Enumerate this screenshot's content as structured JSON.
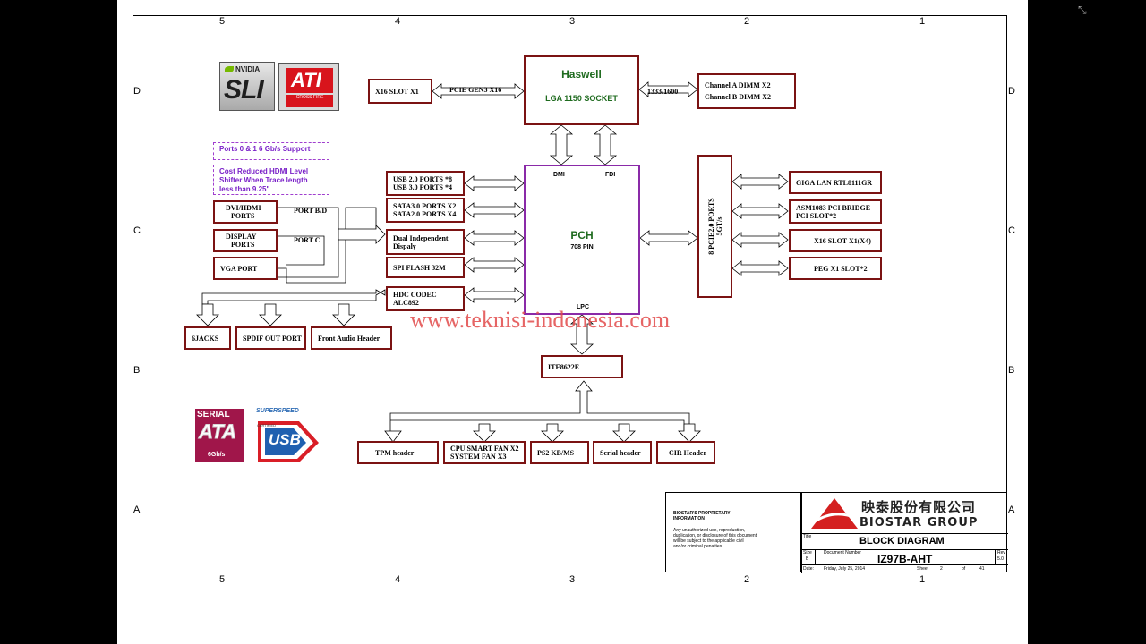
{
  "zones": {
    "columns": [
      "5",
      "4",
      "3",
      "2",
      "1"
    ],
    "rows": [
      "D",
      "C",
      "B",
      "A"
    ]
  },
  "logos": {
    "nvidia": "NVIDIA",
    "sli": "SLI",
    "ati": "ATI",
    "crossfire": "CROSS FIRE",
    "serial_ata_top": "SERIAL",
    "serial_ata_main": "ATA",
    "serial_ata_speed": "6Gb/s",
    "superspeed": "SUPERSPEED",
    "certified": "CERTIFIED",
    "usb": "USB"
  },
  "notes": {
    "ports_support": "Ports 0 & 1 6 Gb/s Support",
    "hdmi_shifter": "Cost Reduced HDMI Level Shifter When Trace length less than 9.25\""
  },
  "blocks": {
    "cpu_title": "Haswell",
    "cpu_socket": "LGA 1150 SOCKET",
    "x16_slot": "X16 SLOT X1",
    "pcie_gen3": "PCIE GEN3 X16",
    "mem_speed": "1333/1600",
    "dimm_a": "Channel A DIMM X2",
    "dimm_b": "Channel B DIMM X2",
    "dmi": "DMI",
    "fdi": "FDI",
    "pch_title": "PCH",
    "pch_pin": "708 PIN",
    "lpc": "LPC",
    "usb2": "USB 2.0 PORTS *8",
    "usb3": "USB 3.0 PORTS *4",
    "sata3": "SATA3.0 PORTS X2",
    "sata2": "SATA2.0 PORTS X4",
    "dual_display_1": "Dual Independent",
    "dual_display_2": "Dispaly",
    "spi": "SPI FLASH 32M",
    "hdc_1": "HDC CODEC",
    "hdc_2": "ALC892",
    "dvi_1": "DVI/HDMI",
    "dvi_2": "PORTS",
    "display_1": "DISPLAY",
    "display_2": "PORTS",
    "vga": "VGA PORT",
    "port_bd": "PORT B/D",
    "port_c": "PORT C",
    "pcie_ports_1": "8 PCIE2.0 PORTS",
    "pcie_ports_2": "5GT/s",
    "giga_lan": "GIGA LAN RTL8111GR",
    "asm_1": "ASM1083 PCI BRIDGE",
    "asm_2": "PCI SLOT*2",
    "x16_x4": "X16 SLOT X1(X4)",
    "peg_x1": "PEG X1 SLOT*2",
    "jacks": "6JACKS",
    "spdif": "SPDIF OUT PORT",
    "front_audio": "Front Audio Header",
    "ite": "ITE8622E",
    "tpm": "TPM header",
    "fan_1": "CPU SMART FAN X2",
    "fan_2": "SYSTEM FAN X3",
    "ps2": "PS2 KB/MS",
    "serial": "Serial header",
    "cir": "CIR Header"
  },
  "watermark": "www.teknisi-indonesia.com",
  "title_block": {
    "proprietary_1": "BIOSTAR'S PROPRIETARY",
    "proprietary_2": "INFORMATION",
    "legal_1": "Any unauthorized use, reproduction,",
    "legal_2": "duplication, or disclosure of this document",
    "legal_3": "will be subject to the applicable civil",
    "legal_4": "and/or criminal penalties.",
    "company_cn": "映泰股份有限公司",
    "company_en": "BIOSTAR GROUP",
    "title_label": "Title",
    "title": "BLOCK DIAGRAM",
    "size_label": "Size",
    "size": "B",
    "docnum_label": "Document Number",
    "docnum": "IZ97B-AHT",
    "rev_label": "Rev",
    "rev": "5.0",
    "date_label": "Date:",
    "date": "Friday, July 25, 2014",
    "sheet_label": "Sheet",
    "sheet": "2",
    "of_label": "of",
    "total": "41"
  },
  "colors": {
    "block_border": "#7b1313",
    "note": "#7a21c8",
    "cpu_title": "#1f6b1f",
    "pch_border": "#8a2aa8",
    "watermark": "#e24b4b",
    "biostar_red": "#d42020"
  }
}
